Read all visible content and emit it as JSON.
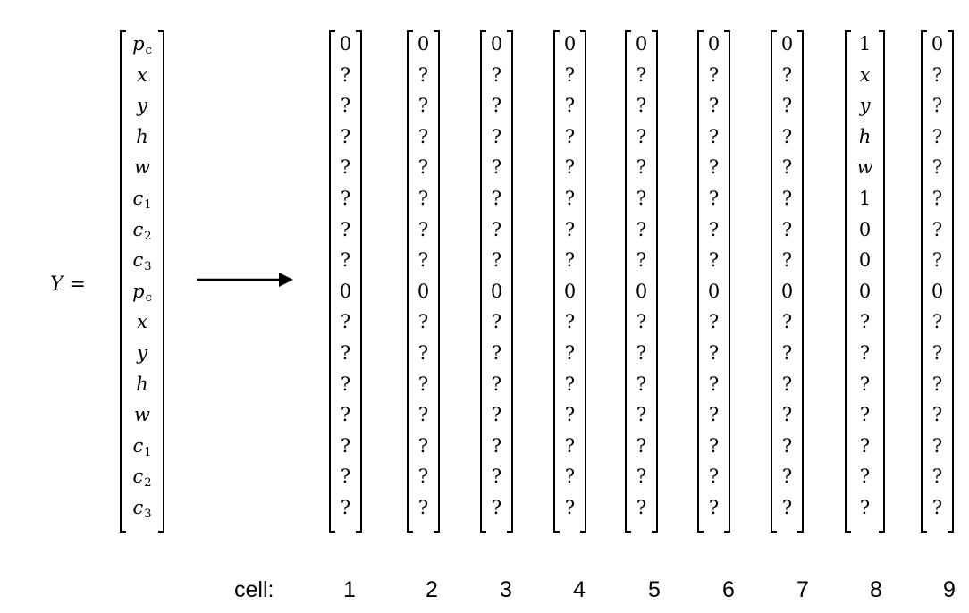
{
  "equation": {
    "lhs": "Y =",
    "vector": [
      {
        "base": "p",
        "sub": "c"
      },
      {
        "base": "x",
        "sub": ""
      },
      {
        "base": "y",
        "sub": ""
      },
      {
        "base": "h",
        "sub": ""
      },
      {
        "base": "w",
        "sub": ""
      },
      {
        "base": "c",
        "sub": "1"
      },
      {
        "base": "c",
        "sub": "2"
      },
      {
        "base": "c",
        "sub": "3"
      },
      {
        "base": "p",
        "sub": "c"
      },
      {
        "base": "x",
        "sub": ""
      },
      {
        "base": "y",
        "sub": ""
      },
      {
        "base": "h",
        "sub": ""
      },
      {
        "base": "w",
        "sub": ""
      },
      {
        "base": "c",
        "sub": "1"
      },
      {
        "base": "c",
        "sub": "2"
      },
      {
        "base": "c",
        "sub": "3"
      }
    ]
  },
  "cell_label": "cell:",
  "cells": [
    {
      "label": "1",
      "values": [
        "0",
        "?",
        "?",
        "?",
        "?",
        "?",
        "?",
        "?",
        "0",
        "?",
        "?",
        "?",
        "?",
        "?",
        "?",
        "?"
      ]
    },
    {
      "label": "2",
      "values": [
        "0",
        "?",
        "?",
        "?",
        "?",
        "?",
        "?",
        "?",
        "0",
        "?",
        "?",
        "?",
        "?",
        "?",
        "?",
        "?"
      ]
    },
    {
      "label": "3",
      "values": [
        "0",
        "?",
        "?",
        "?",
        "?",
        "?",
        "?",
        "?",
        "0",
        "?",
        "?",
        "?",
        "?",
        "?",
        "?",
        "?"
      ]
    },
    {
      "label": "4",
      "values": [
        "0",
        "?",
        "?",
        "?",
        "?",
        "?",
        "?",
        "?",
        "0",
        "?",
        "?",
        "?",
        "?",
        "?",
        "?",
        "?"
      ]
    },
    {
      "label": "5",
      "values": [
        "0",
        "?",
        "?",
        "?",
        "?",
        "?",
        "?",
        "?",
        "0",
        "?",
        "?",
        "?",
        "?",
        "?",
        "?",
        "?"
      ]
    },
    {
      "label": "6",
      "values": [
        "0",
        "?",
        "?",
        "?",
        "?",
        "?",
        "?",
        "?",
        "0",
        "?",
        "?",
        "?",
        "?",
        "?",
        "?",
        "?"
      ]
    },
    {
      "label": "7",
      "values": [
        "0",
        "?",
        "?",
        "?",
        "?",
        "?",
        "?",
        "?",
        "0",
        "?",
        "?",
        "?",
        "?",
        "?",
        "?",
        "?"
      ]
    },
    {
      "label": "8",
      "values": [
        "1",
        "x",
        "y",
        "h",
        "w",
        "1",
        "0",
        "0",
        "0",
        "?",
        "?",
        "?",
        "?",
        "?",
        "?",
        "?"
      ]
    },
    {
      "label": "9",
      "values": [
        "0",
        "?",
        "?",
        "?",
        "?",
        "?",
        "?",
        "?",
        "0",
        "?",
        "?",
        "?",
        "?",
        "?",
        "?",
        "?"
      ]
    }
  ]
}
